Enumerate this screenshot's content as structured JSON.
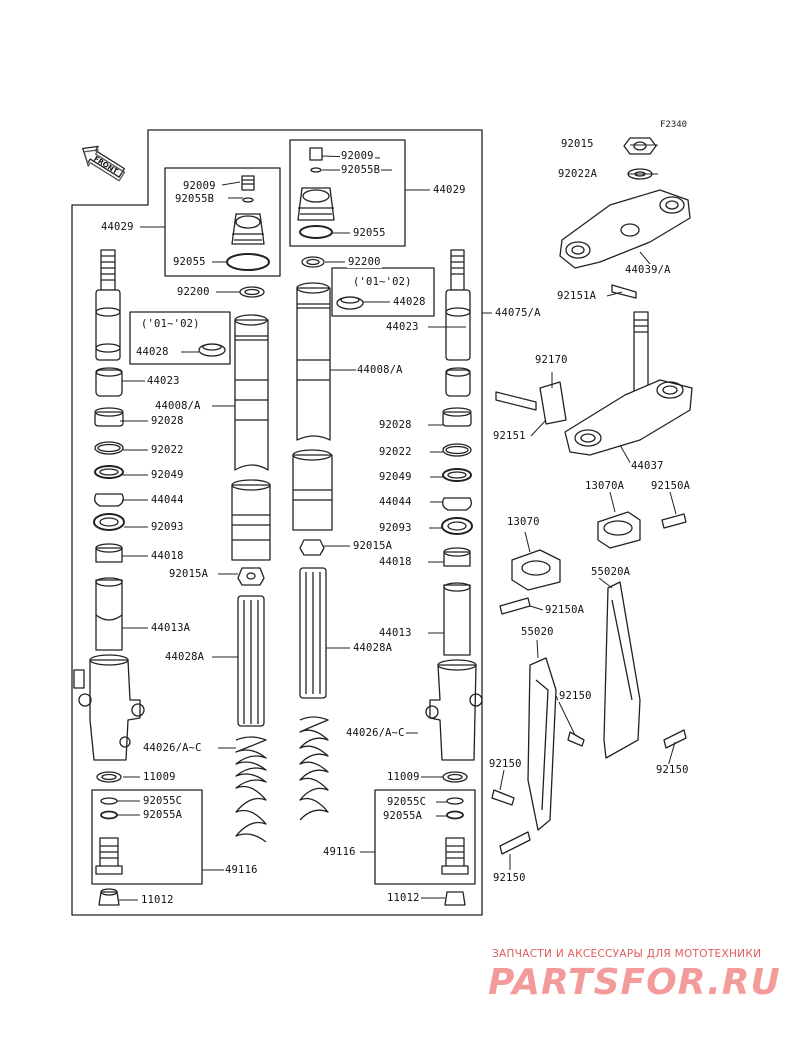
{
  "figure_code": "F2340",
  "front_label": "FRONT",
  "watermark": {
    "tagline": "ЗАПЧАСТИ И АКСЕССУАРЫ ДЛЯ МОТОТЕХНИКИ",
    "logo": "PARTSFOR.RU"
  },
  "labels": [
    {
      "id": "l-92015-top",
      "text": "92015"
    },
    {
      "id": "l-92022a-top",
      "text": "92022A"
    },
    {
      "id": "l-44039",
      "text": "44039/A"
    },
    {
      "id": "l-92151a",
      "text": "92151A"
    },
    {
      "id": "l-92009-r",
      "text": "92009"
    },
    {
      "id": "l-92055b-r",
      "text": "92055B"
    },
    {
      "id": "l-44029-r",
      "text": "44029"
    },
    {
      "id": "l-92055-r",
      "text": "92055"
    },
    {
      "id": "l-92009-l",
      "text": "92009"
    },
    {
      "id": "l-92055b-l",
      "text": "92055B"
    },
    {
      "id": "l-44029-l",
      "text": "44029"
    },
    {
      "id": "l-92055-l",
      "text": "92055"
    },
    {
      "id": "l-92200-r",
      "text": "92200"
    },
    {
      "id": "l-0102-r",
      "text": "('01~'02)"
    },
    {
      "id": "l-44028-r",
      "text": "44028"
    },
    {
      "id": "l-92200-l",
      "text": "92200"
    },
    {
      "id": "l-0102-l",
      "text": "('01~'02)"
    },
    {
      "id": "l-44028-l",
      "text": "44028"
    },
    {
      "id": "l-44075a",
      "text": "44075/A"
    },
    {
      "id": "l-44023-r",
      "text": "44023"
    },
    {
      "id": "l-44008a-r",
      "text": "44008/A"
    },
    {
      "id": "l-44023-l",
      "text": "44023"
    },
    {
      "id": "l-44008a-l",
      "text": "44008/A"
    },
    {
      "id": "l-92170",
      "text": "92170"
    },
    {
      "id": "l-92151",
      "text": "92151"
    },
    {
      "id": "l-44037",
      "text": "44037"
    },
    {
      "id": "l-92028-l",
      "text": "92028"
    },
    {
      "id": "l-92028-r",
      "text": "92028"
    },
    {
      "id": "l-92022-l",
      "text": "92022"
    },
    {
      "id": "l-92022-r",
      "text": "92022"
    },
    {
      "id": "l-92049-l",
      "text": "92049"
    },
    {
      "id": "l-92049-r",
      "text": "92049"
    },
    {
      "id": "l-44044-l",
      "text": "44044"
    },
    {
      "id": "l-44044-r",
      "text": "44044"
    },
    {
      "id": "l-13070a",
      "text": "13070A"
    },
    {
      "id": "l-92150a-1",
      "text": "92150A"
    },
    {
      "id": "l-92093-l",
      "text": "92093"
    },
    {
      "id": "l-92093-r",
      "text": "92093"
    },
    {
      "id": "l-13070",
      "text": "13070"
    },
    {
      "id": "l-92015a-c",
      "text": "92015A"
    },
    {
      "id": "l-44018-l",
      "text": "44018"
    },
    {
      "id": "l-44018-r",
      "text": "44018"
    },
    {
      "id": "l-92015a-l",
      "text": "92015A"
    },
    {
      "id": "l-55020a",
      "text": "55020A"
    },
    {
      "id": "l-92150a-2",
      "text": "92150A"
    },
    {
      "id": "l-44013a",
      "text": "44013A"
    },
    {
      "id": "l-44013",
      "text": "44013"
    },
    {
      "id": "l-55020",
      "text": "55020"
    },
    {
      "id": "l-44028a-l",
      "text": "44028A"
    },
    {
      "id": "l-44028a-r",
      "text": "44028A"
    },
    {
      "id": "l-92150-1",
      "text": "92150"
    },
    {
      "id": "l-44026-l",
      "text": "44026/A~C"
    },
    {
      "id": "l-44026-r",
      "text": "44026/A~C"
    },
    {
      "id": "l-92150-2",
      "text": "92150"
    },
    {
      "id": "l-11009-l",
      "text": "11009"
    },
    {
      "id": "l-11009-r",
      "text": "11009"
    },
    {
      "id": "l-92150-3",
      "text": "92150"
    },
    {
      "id": "l-92055c-l",
      "text": "92055C"
    },
    {
      "id": "l-92055a-l",
      "text": "92055A"
    },
    {
      "id": "l-92055c-r",
      "text": "92055C"
    },
    {
      "id": "l-92055a-r",
      "text": "92055A"
    },
    {
      "id": "l-49116-l",
      "text": "49116"
    },
    {
      "id": "l-49116-r",
      "text": "49116"
    },
    {
      "id": "l-11012-l",
      "text": "11012"
    },
    {
      "id": "l-11012-r",
      "text": "11012"
    },
    {
      "id": "l-92150-4",
      "text": "92150"
    }
  ]
}
